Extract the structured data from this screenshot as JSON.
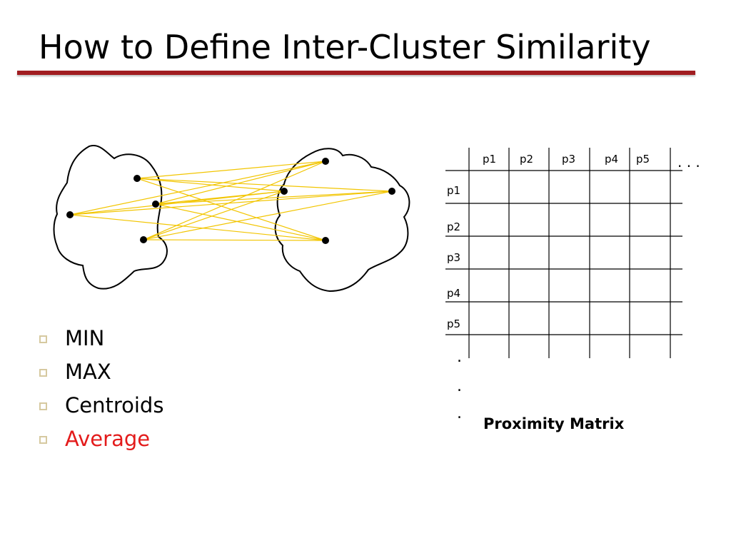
{
  "slide": {
    "title": "How to Define Inter-Cluster Similarity"
  },
  "bullets": [
    {
      "text": "MIN",
      "highlight": false
    },
    {
      "text": "MAX",
      "highlight": false
    },
    {
      "text": "Centroids",
      "highlight": false
    },
    {
      "text": "Average",
      "highlight": true
    }
  ],
  "matrix": {
    "column_headers": [
      "p1",
      "p2",
      "p3",
      "p4",
      "p5"
    ],
    "row_headers": [
      "p1",
      "p2",
      "p3",
      "p4",
      "p5"
    ],
    "column_ellipsis": ". . .",
    "row_ellipsis": [
      ".",
      ".",
      "."
    ],
    "caption": "Proximity Matrix"
  },
  "colors": {
    "title_rule": "#a11d21",
    "link_lines": "#f2c500",
    "highlight_text": "#e31b1b",
    "bullet_marker": "#d6c9a0"
  }
}
